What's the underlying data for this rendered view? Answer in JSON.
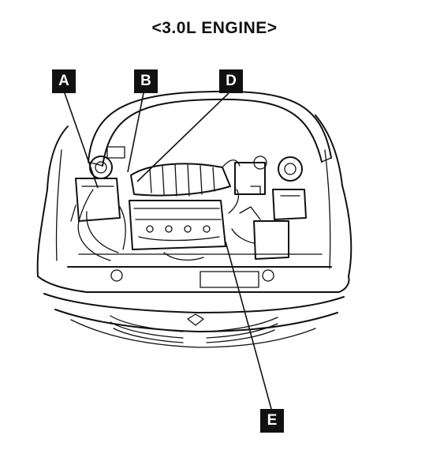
{
  "diagram": {
    "title": "<3.0L ENGINE>",
    "callouts": [
      {
        "id": "a",
        "label": "A"
      },
      {
        "id": "b",
        "label": "B"
      },
      {
        "id": "d",
        "label": "D"
      },
      {
        "id": "e",
        "label": "E"
      }
    ]
  }
}
